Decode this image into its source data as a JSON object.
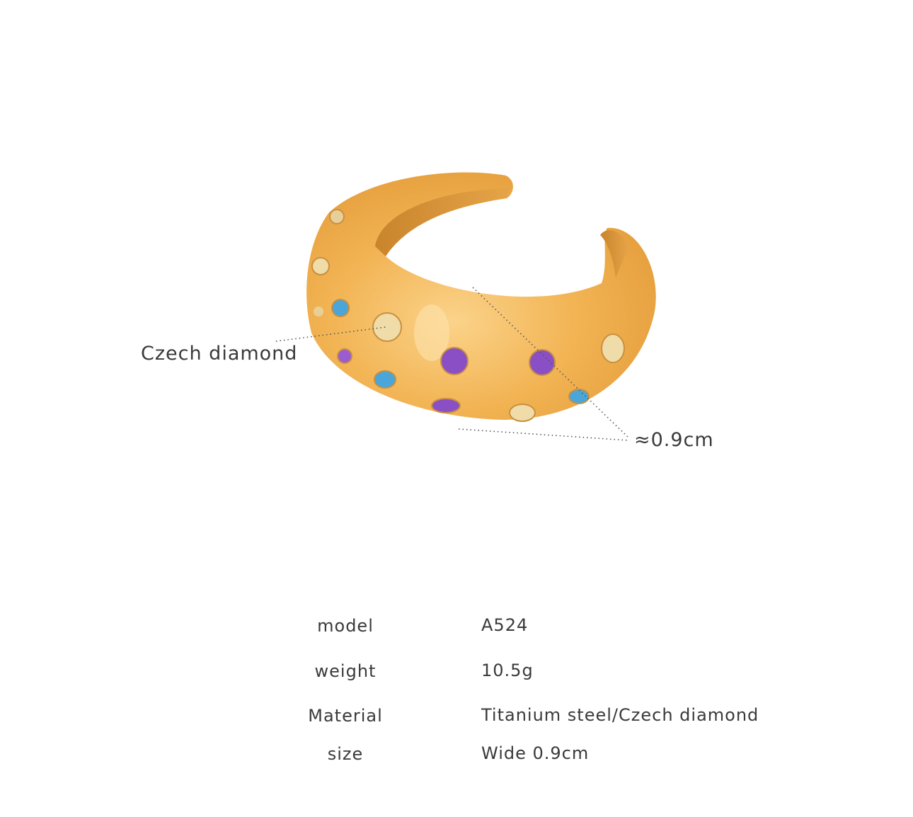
{
  "annotations": {
    "stone_label": "Czech diamond",
    "width_label": "≈0.9cm"
  },
  "colors": {
    "gold": "#f2b454",
    "gold_dark": "#d88f2e",
    "stone_clear": "#f0dca8",
    "stone_blue": "#4aa6d8",
    "stone_purple": "#8a4fc4"
  },
  "specs": [
    {
      "label": "model",
      "value": "A524"
    },
    {
      "label": "weight",
      "value": "10.5g"
    },
    {
      "label": "Material",
      "value": "Titanium steel/Czech diamond"
    },
    {
      "label": "size",
      "value": "Wide 0.9cm"
    }
  ]
}
